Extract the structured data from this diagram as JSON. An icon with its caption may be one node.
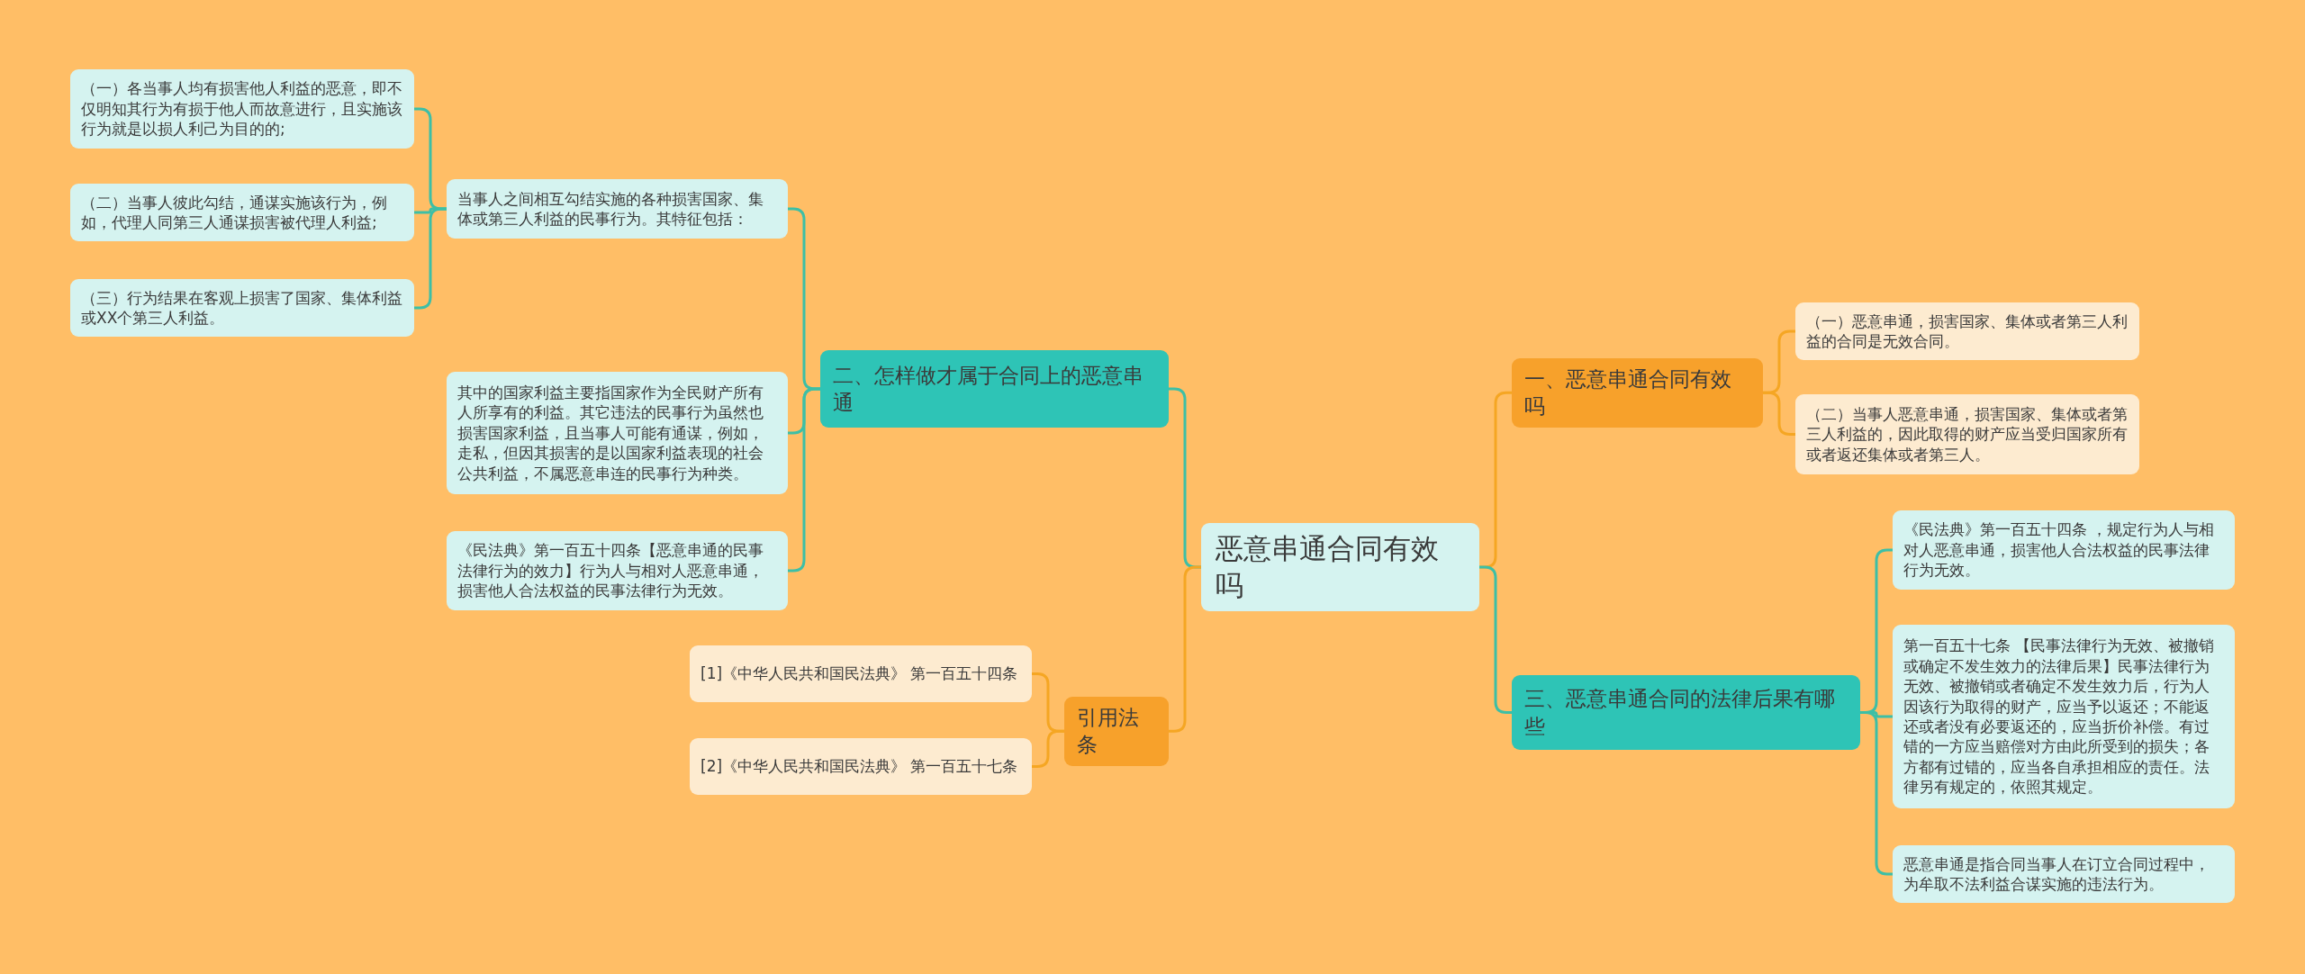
{
  "diagram": {
    "nodes": [
      {
        "text": [
          "恶意串通合同有效吗"
        ]
      },
      {
        "text": [
          "一、恶意串通合同有效吗"
        ]
      },
      {
        "text": [
          "（一）恶意串通，损害国家、集体或者第三人利益的合同是无效合同。"
        ]
      },
      {
        "text": [
          "（二）当事人恶意串通，损害国家、集体或者第三人利益的，因此取得的财产应当受归国家所有或者返还集体或者第三人。"
        ]
      },
      {
        "text": [
          "三、恶意串通合同的法律后果有哪些"
        ]
      },
      {
        "text": [
          "《民法典》第一百五十四条 ，规定行为人与相对人恶意串通，损害他人合法权益的民事法律行为无效。"
        ]
      },
      {
        "text": [
          "第一百五十七条 【民事法律行为无效、被撤销或确定不发生效力的法律后果】民事法律行为无效、被撤销或者确定不发生效力后，行为人因该行为取得的财产，应当予以返还；不能返还或者没有必要返还的，应当折价补偿。有过错的一方应当赔偿对方由此所受到的损失；各方都有过错的，应当各自承担相应的责任。法律另有规定的，依照其规定。"
        ]
      },
      {
        "text": [
          "恶意串通是指合同当事人在订立合同过程中，为牟取不法利益合谋实施的违法行为。"
        ]
      },
      {
        "text": [
          "二、怎样做才属于合同上的恶意串通"
        ]
      },
      {
        "text": [
          "当事人之间相互勾结实施的各种损害国家、集体或第三人利益的民事行为。其特征包括："
        ]
      },
      {
        "text": [
          "（一）各当事人均有损害他人利益的恶意，即不仅明知其行为有损于他人而故意进行，且实施该行为就是以损人利己为目的的;"
        ]
      },
      {
        "text": [
          "（二）当事人彼此勾结，通谋实施该行为，例如，代理人同第三人通谋损害被代理人利益;"
        ]
      },
      {
        "text": [
          "（三）行为结果在客观上损害了国家、集体利益或XX个第三人利益。"
        ]
      },
      {
        "text": [
          "其中的国家利益主要指国家作为全民财产所有人所享有的利益。其它违法的民事行为虽然也损害国家利益，且当事人可能有通谋，例如，走私，但因其损害的是以国家利益表现的社会公共利益，不属恶意串连的民事行为种类。"
        ]
      },
      {
        "text": [
          "《民法典》第一百五十四条【恶意串通的民事法律行为的效力】行为人与相对人恶意串通，损害他人合法权益的民事法律行为无效。"
        ]
      },
      {
        "text": [
          "引用法条"
        ]
      },
      {
        "text": [
          "[1]《中华人民共和国民法典》 第一百五十四条"
        ]
      },
      {
        "text": [
          "[2]《中华人民共和国民法典》 第一百五十七条"
        ]
      }
    ],
    "edges": [
      {
        "from": 0,
        "to": 1,
        "arrow": "none",
        "color": "#f5a623"
      },
      {
        "from": 0,
        "to": 4,
        "arrow": "none"
      },
      {
        "from": 0,
        "to": 8,
        "arrow": "none"
      },
      {
        "from": 0,
        "to": 15,
        "arrow": "none",
        "color": "#f5a623"
      },
      {
        "from": 1,
        "to": 2,
        "arrow": "none",
        "color": "#f5a623"
      },
      {
        "from": 1,
        "to": 3,
        "arrow": "none",
        "color": "#f5a623"
      },
      {
        "from": 4,
        "to": 5,
        "arrow": "none"
      },
      {
        "from": 4,
        "to": 6,
        "arrow": "none"
      },
      {
        "from": 4,
        "to": 7,
        "arrow": "none"
      },
      {
        "from": 8,
        "to": 9,
        "arrow": "none"
      },
      {
        "from": 8,
        "to": 13,
        "arrow": "none"
      },
      {
        "from": 8,
        "to": 14,
        "arrow": "none"
      },
      {
        "from": 9,
        "to": 10,
        "arrow": "none"
      },
      {
        "from": 9,
        "to": 11,
        "arrow": "none"
      },
      {
        "from": 9,
        "to": 12,
        "arrow": "none"
      },
      {
        "from": 15,
        "to": 16,
        "arrow": "none",
        "color": "#f5a623"
      },
      {
        "from": 15,
        "to": 17,
        "arrow": "none",
        "color": "#f5a623"
      }
    ]
  }
}
